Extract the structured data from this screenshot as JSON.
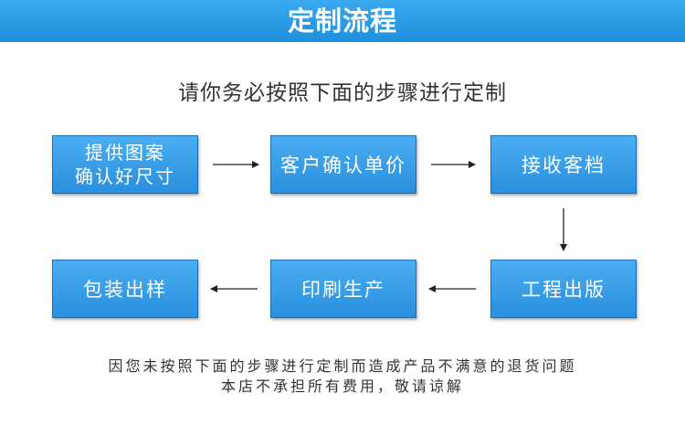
{
  "header": {
    "title": "定制流程"
  },
  "intro": "请你务必按照下面的步骤进行定制",
  "steps": [
    {
      "label": "提供图案\n确认好尺寸"
    },
    {
      "label": "客户确认单价"
    },
    {
      "label": "接收客档"
    },
    {
      "label": "工程出版"
    },
    {
      "label": "印刷生产"
    },
    {
      "label": "包装出样"
    }
  ],
  "notice": {
    "line1": "因您未按照下面的步骤进行定制而造成产品不满意的退货问题",
    "line2": "本店不承担所有费用，敬请谅解"
  },
  "colors": {
    "header_bg": "#2a9ae6",
    "step_bg": "#3a9fe9",
    "text": "#333333"
  }
}
